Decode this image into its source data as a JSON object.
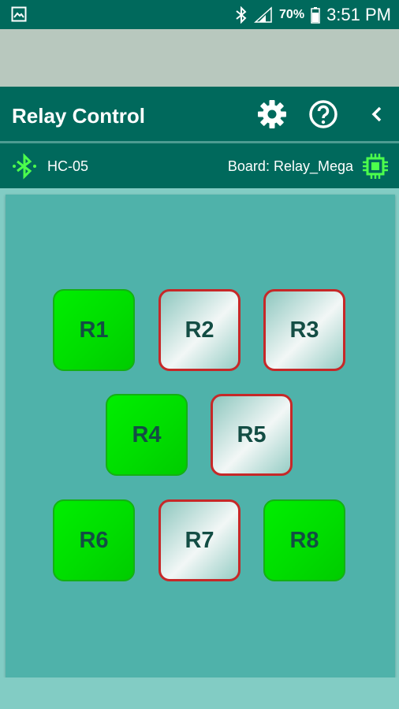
{
  "status_bar": {
    "battery_level": "70%",
    "time": "3:51 PM",
    "icons": [
      "gallery-icon",
      "bluetooth-icon",
      "signal-icon",
      "battery-icon"
    ]
  },
  "app_bar": {
    "title": "Relay Control",
    "icons": [
      "gear-icon",
      "help-icon",
      "back-chevron-icon"
    ]
  },
  "info_bar": {
    "device": "HC-05",
    "board": "Board: Relay_Mega",
    "icons": [
      "bluetooth-icon",
      "chip-icon"
    ]
  },
  "colors": {
    "primary": "#00695c",
    "panel": "#4fb2aa",
    "relay_on": "#00dd00",
    "relay_off_border": "#c62828",
    "accent_green": "#4cff4c"
  },
  "relays": [
    {
      "label": "R1",
      "state": "on"
    },
    {
      "label": "R2",
      "state": "off"
    },
    {
      "label": "R3",
      "state": "off"
    },
    {
      "label": "R4",
      "state": "on"
    },
    {
      "label": "R5",
      "state": "off"
    },
    {
      "label": "R6",
      "state": "on"
    },
    {
      "label": "R7",
      "state": "off"
    },
    {
      "label": "R8",
      "state": "on"
    }
  ]
}
